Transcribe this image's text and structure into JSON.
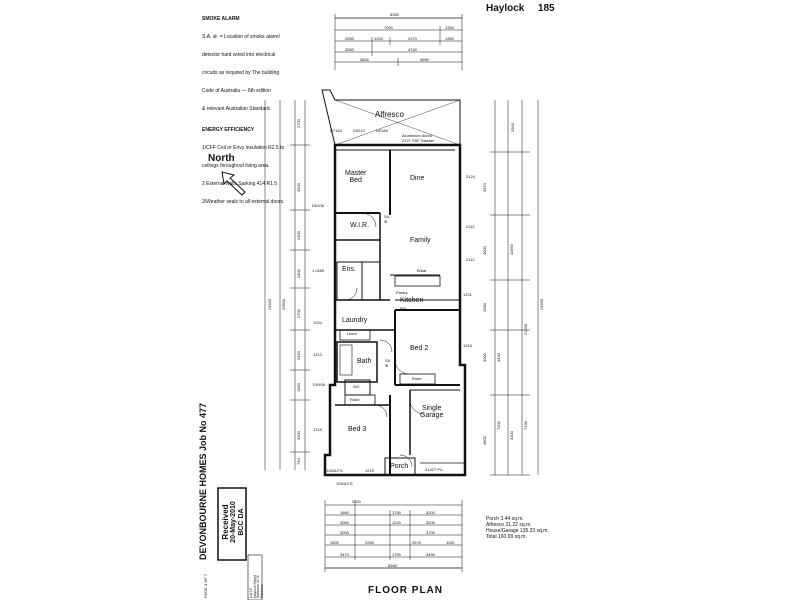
{
  "header": {
    "title": "Haylock",
    "number": "185"
  },
  "notes": {
    "smoke_title": "SMOKE ALARM",
    "smoke_lines": [
      "S.A. ⊕  = Location of smoke alarm/",
      "detector hard wired into electrical",
      "circuits as required by The building",
      "Code of Australia — 6th edition",
      "& relevant Australian Standard."
    ],
    "energy_title": "ENERGY EFFICIENCY",
    "energy_lines": [
      "1/CFF Ceil or Envy insulation R2.5 to",
      "ceilings throughout living area.",
      "2 External walls Sarking 414 R1.5",
      "3/Weather seals to all external doors."
    ]
  },
  "north_label": "North",
  "top_dims": {
    "overall": "8350",
    "row1": [
      "7000",
      "1350"
    ],
    "row2": [
      "2550",
      "1200",
      "2970",
      "1350"
    ],
    "row3": [
      "2550",
      "4740"
    ],
    "row4": [
      "3600",
      "3690"
    ]
  },
  "bottom_dims": {
    "row1": [
      "2020"
    ],
    "row2": [
      "1860",
      "1790",
      "3200"
    ],
    "row3": [
      "3000",
      "1220",
      "3200"
    ],
    "row4": [
      "3000",
      "3700"
    ],
    "row5": [
      "1500",
      "2250",
      "2970",
      "1130"
    ],
    "row6": [
      "3470",
      "1790",
      "3490"
    ],
    "overall": "8350"
  },
  "rooms": {
    "alfresco": "Alfresco",
    "master": "Master\nBed",
    "dine": "Dine",
    "wir": "W.I.R.",
    "family": "Family",
    "ens": "Ens.",
    "kitchen": "Kitchen",
    "laundry": "Laundry",
    "linen": "Linen",
    "bath": "Bath",
    "bed2": "Bed 2",
    "robe1": "Robe",
    "robe2": "Robe",
    "wc": "WC",
    "bed3": "Bed 3",
    "garage": "Single\nGarage",
    "porch": "Porch",
    "sa1": "SA\n⊕",
    "sa2": "SA\n⊕"
  },
  "plan_notes": {
    "aluminium": "Aluminium doors\n2127 SSF Stacker",
    "pantry": "Pantry",
    "ref": "R/F",
    "bbar": "B/bar",
    "gar_door": "2142T P/L"
  },
  "left_dims": [
    "2700",
    "4500",
    "2400",
    "2400",
    "2700",
    "2490",
    "1950",
    "3300",
    "744"
  ],
  "left_overall": [
    "24500",
    "20500"
  ],
  "left_codes": [
    "D7184",
    "D0210",
    "D0184",
    "D0106",
    "1.0489",
    "1204",
    "1213",
    "D0906",
    "1215",
    "1284LFG",
    "1284LFG",
    "1215"
  ],
  "right_dims": [
    "3300",
    "3970",
    "4000",
    "2980",
    "3000",
    "3440",
    "7000",
    "4600"
  ],
  "right_overall": [
    "24500",
    "21200",
    "11650",
    "7140",
    "3100"
  ],
  "right_codes": [
    "2124",
    "2112",
    "2112",
    "1221",
    "1215"
  ],
  "areas": [
    "Porch  3.44  sq.m.",
    "Alfresco 21.22  sq.m.",
    "House/Garage  135.33 sq.m.",
    "Total  160.99  sq.m."
  ],
  "side_text": "DEVONBOURNE HOMES Job No 477",
  "stamp": {
    "line1": "Received",
    "line2": "20-May-2010",
    "line3": "BCC DA"
  },
  "lot_box": [
    "Lot 18",
    "Haylock Street",
    "Wynnum 4178",
    "Rainbow"
  ],
  "page_label": "PAGE 4 OF 7",
  "footer": "FLOOR PLAN"
}
